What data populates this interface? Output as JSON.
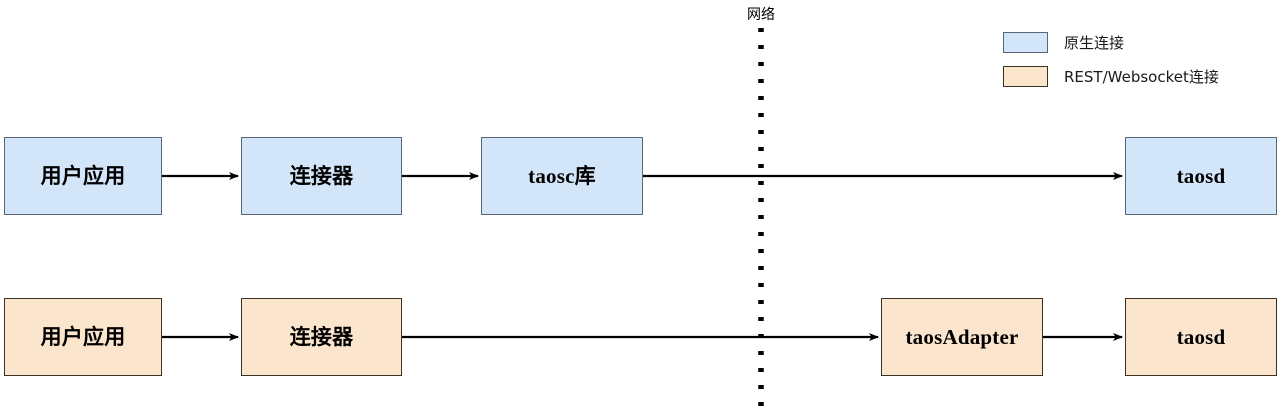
{
  "diagram": {
    "network_divider_label": "网络",
    "colors": {
      "native_fill": "#d3e5f8",
      "native_stroke": "#5a6576",
      "rest_fill": "#fce5cd",
      "rest_stroke": "#3d3226",
      "connector_line": "#000000",
      "background": "#ffffff"
    },
    "rows": [
      {
        "id": "native-connection-row",
        "style": "native",
        "nodes": [
          {
            "id": "user-app-native",
            "label": "用户应用"
          },
          {
            "id": "connector-native",
            "label": "连接器"
          },
          {
            "id": "taosc",
            "label": "taosc库"
          },
          {
            "id": "taosd-native",
            "label": "taosd"
          }
        ]
      },
      {
        "id": "rest-connection-row",
        "style": "rest",
        "nodes": [
          {
            "id": "user-app-rest",
            "label": "用户应用"
          },
          {
            "id": "connector-rest",
            "label": "连接器"
          },
          {
            "id": "taosadapter",
            "label": "taosAdapter"
          },
          {
            "id": "taosd-rest",
            "label": "taosd"
          }
        ]
      }
    ],
    "legend": {
      "items": [
        {
          "id": "native-connection",
          "label": "原生连接",
          "color": "#d3e5f8"
        },
        {
          "id": "rest-connection",
          "label": "REST/Websocket连接",
          "color": "#fce5cd"
        }
      ]
    }
  }
}
